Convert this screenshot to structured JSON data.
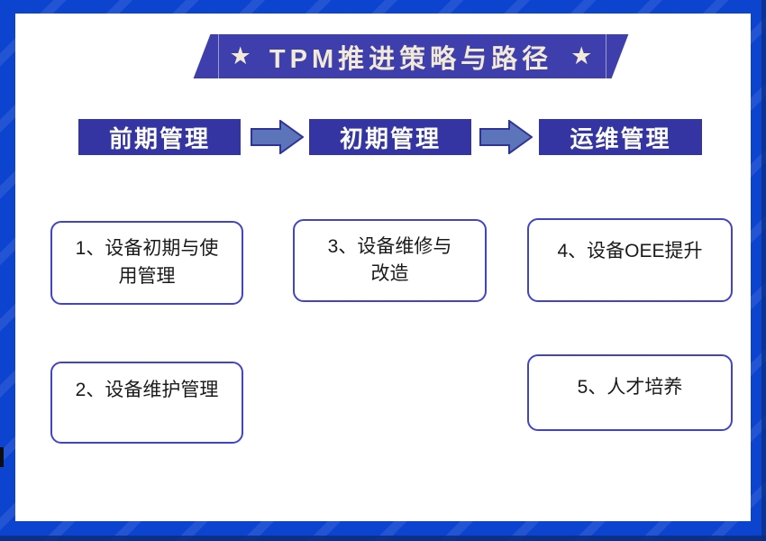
{
  "frame": {
    "color": "#0c43cf",
    "edge_color": "#0a2d7e"
  },
  "banner": {
    "star": "★",
    "title": "TPM推进策略与路径",
    "bg_color": "#3e3eac",
    "text_color": "#f2ead6"
  },
  "stages": {
    "bg_color": "#3434a2",
    "text_color": "#fdfdf7",
    "items": [
      {
        "label": "前期管理"
      },
      {
        "label": "初期管理"
      },
      {
        "label": "运维管理"
      }
    ]
  },
  "arrows": {
    "fill": "#5b74ba",
    "stroke": "#2f3397"
  },
  "cards": {
    "border_color": "#4343c6",
    "items": [
      {
        "label": "1、设备初期与使\n用管理"
      },
      {
        "label": "2、设备维护管理"
      },
      {
        "label": "3、设备维修与\n改造"
      },
      {
        "label": "4、设备OEE提升"
      },
      {
        "label": "5、人才培养"
      }
    ]
  }
}
